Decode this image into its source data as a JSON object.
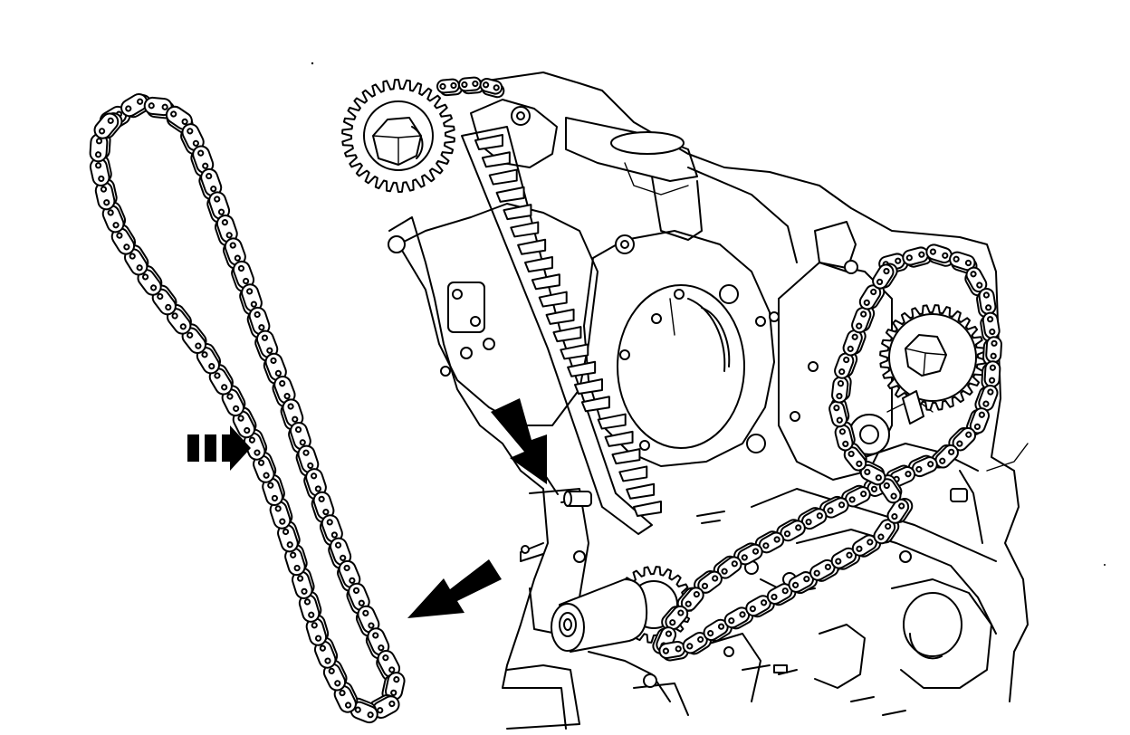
{
  "figure": {
    "text_labels": []
  },
  "components": {
    "loose_chain": "timing-chain",
    "upper_sprocket": "camshaft-sprocket",
    "right_sprocket": "camshaft-sprocket",
    "lower_sprocket": "crankshaft-sprocket",
    "guide": "chain-guide",
    "tensioner": "chain-tensioner"
  },
  "indicators": {
    "dashed_arrow": "installation-direction-arrow",
    "arrow_to_dowel": "pointer-arrow",
    "arrow_to_chain": "pointer-arrow"
  },
  "colors": {
    "ink": "#000000",
    "paper": "#ffffff"
  }
}
